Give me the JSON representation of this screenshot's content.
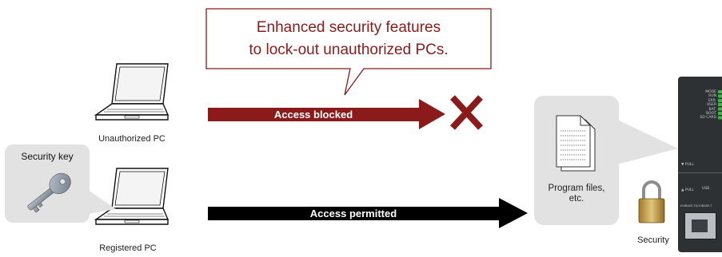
{
  "callout": {
    "line1": "Enhanced security features",
    "line2": "to lock-out unauthorized PCs."
  },
  "arrows": {
    "blocked_label": "Access blocked",
    "permitted_label": "Access permitted"
  },
  "pcs": {
    "unauthorized_label": "Unauthorized  PC",
    "registered_label": "Registered PC"
  },
  "security_key": {
    "title": "Security key"
  },
  "files": {
    "line1": "Program files,",
    "line2": "etc."
  },
  "lock": {
    "label": "Security"
  },
  "module": {
    "status_labels": [
      "MODE",
      "RUN",
      "ERR.",
      "USER",
      "BAT.",
      "BOOT",
      "SD CARD"
    ],
    "pull_top": "▼ PULL",
    "pull_bottom": "▲ PULL",
    "usb": "USB",
    "ethernet": "100BASE-TX/10BASE-T"
  },
  "colors": {
    "blocked_arrow": "#8b1a1a",
    "permitted_arrow": "#000000",
    "callout_text": "#8b1a1a",
    "x_mark": "#8b1a1a",
    "panel_bg": "#e2e2e2"
  },
  "icons": [
    "laptop-icon",
    "key-icon",
    "document-icon",
    "padlock-icon",
    "x-mark-icon",
    "plc-module-icon"
  ]
}
